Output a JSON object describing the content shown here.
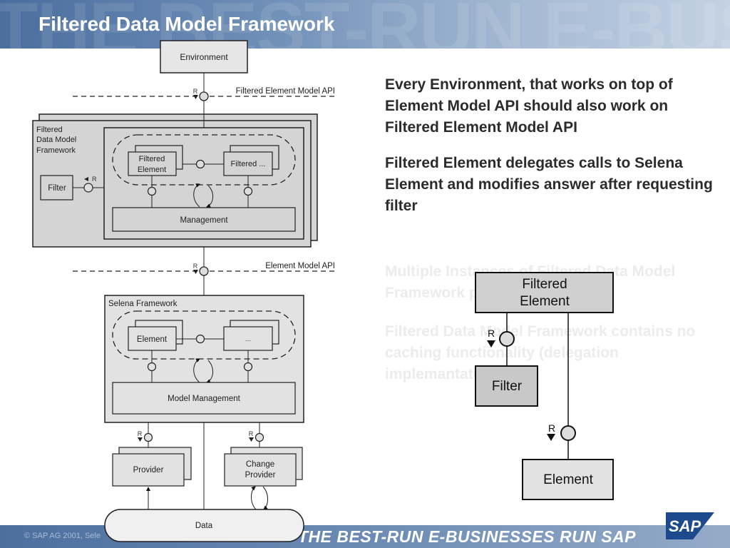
{
  "header": {
    "title": "Filtered Data Model Framework",
    "watermark": "THE BEST-RUN E-BUSINESSES"
  },
  "diagram": {
    "environment": "Environment",
    "filtered_api": "Filtered Element Model API",
    "element_api": "Element Model API",
    "r_label": "R",
    "fdmf_label_1": "Filtered",
    "fdmf_label_2": "Data Model",
    "fdmf_label_3": "Framework",
    "filter": "Filter",
    "filtered_element_1": "Filtered",
    "filtered_element_2": "Element",
    "filtered_other": "Filtered ...",
    "management": "Management",
    "selena_label": "Selena Framework",
    "element": "Element",
    "element_other": "...",
    "model_management": "Model Management",
    "provider": "Provider",
    "change_provider_1": "Change",
    "change_provider_2": "Provider",
    "data": "Data"
  },
  "bullets": [
    "Every Environment, that works on top of Element Model API should also work on Filtered Element Model API",
    "Filtered Element delegates calls to Selena Element and modifies answer after requesting filter"
  ],
  "faded_bullets": [
    "Multiple Instances of Filtered Data Model Framework possible",
    "Filtered Data Model Framework contains no caching functionality (delegation implemantation)"
  ],
  "overlay_diagram": {
    "filtered_element_1": "Filtered",
    "filtered_element_2": "Element",
    "filter": "Filter",
    "element": "Element",
    "r_label": "R"
  },
  "footer": {
    "copyright": "© SAP AG 2001, Sele",
    "slogan": "THE BEST-RUN E-BUSINESSES RUN SAP",
    "logo": "SAP"
  },
  "colors": {
    "header_start": "#4a6e9e",
    "header_end": "#c4d2e3",
    "sap_blue": "#1c4a8c"
  }
}
